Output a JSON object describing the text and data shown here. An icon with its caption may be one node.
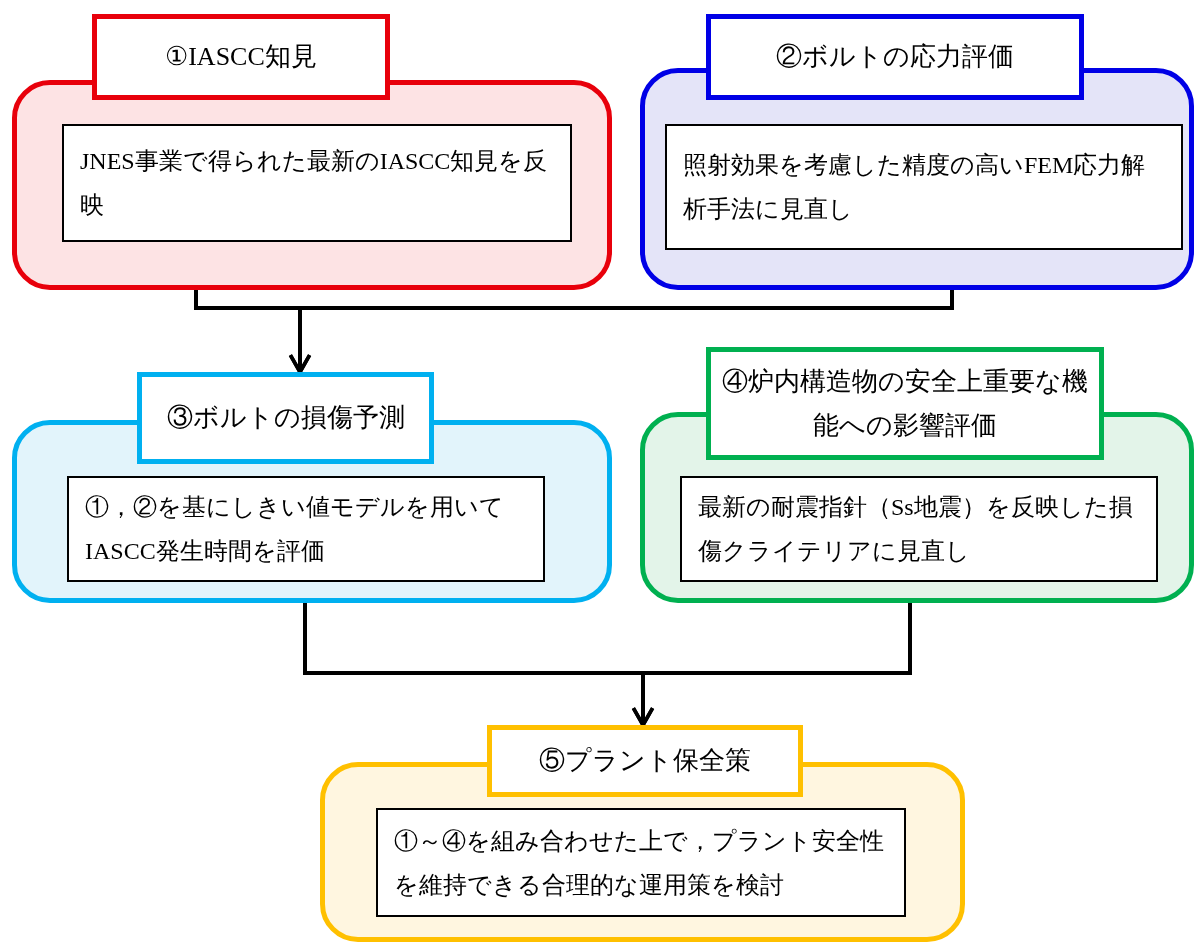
{
  "diagram": {
    "nodes": [
      {
        "text": [
          "①IASCC知見",
          "JNES事業で得られた最新のIASCC知見を反映"
        ]
      },
      {
        "text": [
          "②ボルトの応力評価",
          "照射効果を考慮した精度の高いFEM応力解析手法に見直し"
        ]
      },
      {
        "text": [
          "③ボルトの損傷予測",
          "①，②を基にしきい値モデルを用いてIASCC発生時間を評価"
        ]
      },
      {
        "text": [
          "④炉内構造物の安全上重要な機能への影響評価",
          "最新の耐震指針（Ss地震）を反映した損傷クライテリアに見直し"
        ]
      },
      {
        "text": [
          "⑤プラント保全策",
          "①～④を組み合わせた上で，プラント安全性を維持できる合理的な運用策を検討"
        ]
      }
    ],
    "edges": [
      {
        "from": 0,
        "to": 2,
        "arrow": "to"
      },
      {
        "from": 1,
        "to": 2,
        "arrow": "to"
      },
      {
        "from": 2,
        "to": 4,
        "arrow": "to"
      },
      {
        "from": 3,
        "to": 4,
        "arrow": "to"
      }
    ]
  }
}
